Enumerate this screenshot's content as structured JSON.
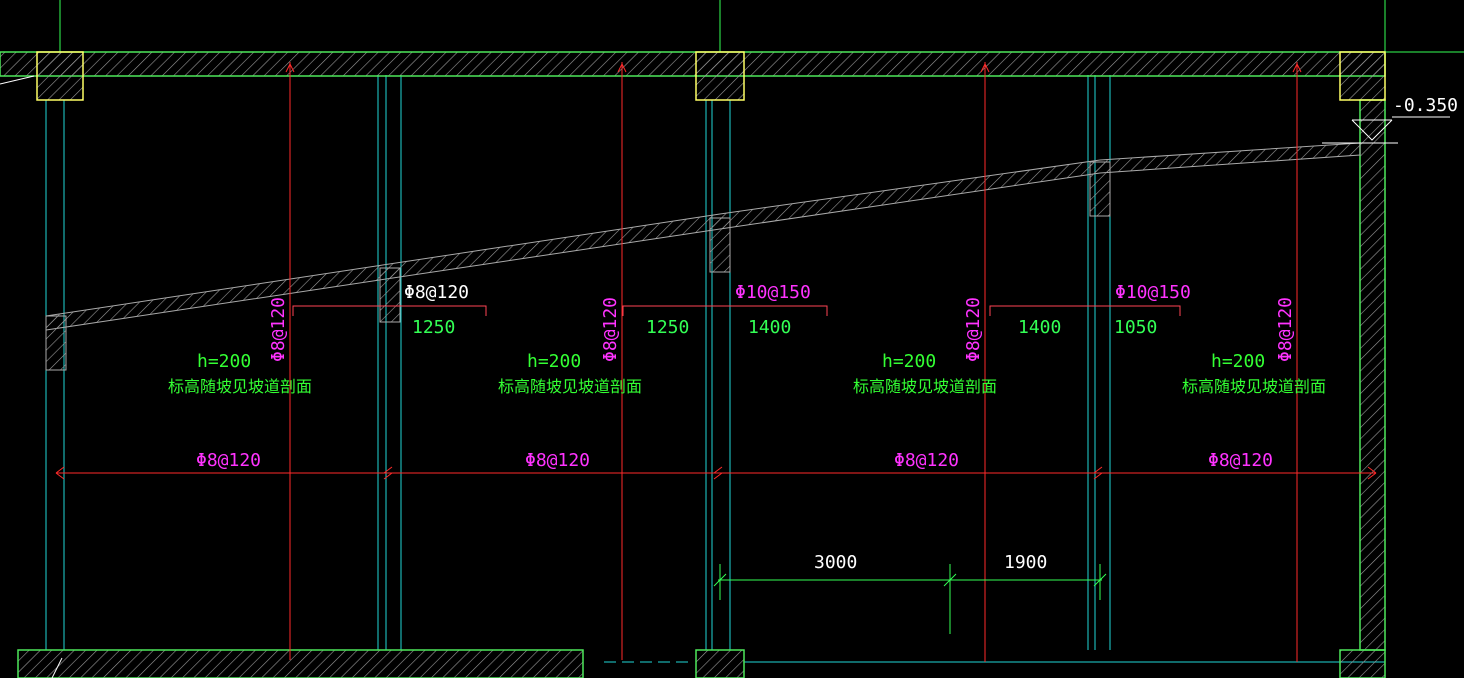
{
  "drawing": {
    "colors": {
      "background": "#000000",
      "wall_outline": "#4ee85a",
      "column_fill": "#ffff66",
      "hatch": "#aaaaaa",
      "rebar": "#ff2a2a",
      "rebar_label": "#ff33ff",
      "slab_label": "#33ff33",
      "dimension": "#33ff55",
      "dimension_text": "#ffffff",
      "grid": "#1fd6d6",
      "elevation": "#ffffff"
    },
    "elevation_mark": "-0.350",
    "slab_notes": [
      {
        "thickness": "h=200",
        "note": "标高随坡见坡道剖面"
      },
      {
        "thickness": "h=200",
        "note": "标高随坡见坡道剖面"
      },
      {
        "thickness": "h=200",
        "note": "标高随坡见坡道剖面"
      },
      {
        "thickness": "h=200",
        "note": "标高随坡见坡道剖面"
      }
    ],
    "vertical_rebar_labels": [
      "Φ8@120",
      "Φ8@120",
      "Φ8@120",
      "Φ8@120"
    ],
    "horizontal_rebar_labels": [
      "Φ8@120",
      "Φ8@120",
      "Φ8@120",
      "Φ8@120"
    ],
    "top_rebar": [
      {
        "label": "Φ8@120",
        "left": "",
        "right": "1250"
      },
      {
        "label": "",
        "left": "1250",
        "right": "1400"
      },
      {
        "label": "Φ10@150",
        "left": "",
        "right": ""
      },
      {
        "label": "",
        "left": "1400",
        "right": "1050"
      },
      {
        "label": "Φ10@150",
        "left": "",
        "right": ""
      }
    ],
    "dimensions": [
      "3000",
      "1900"
    ]
  }
}
